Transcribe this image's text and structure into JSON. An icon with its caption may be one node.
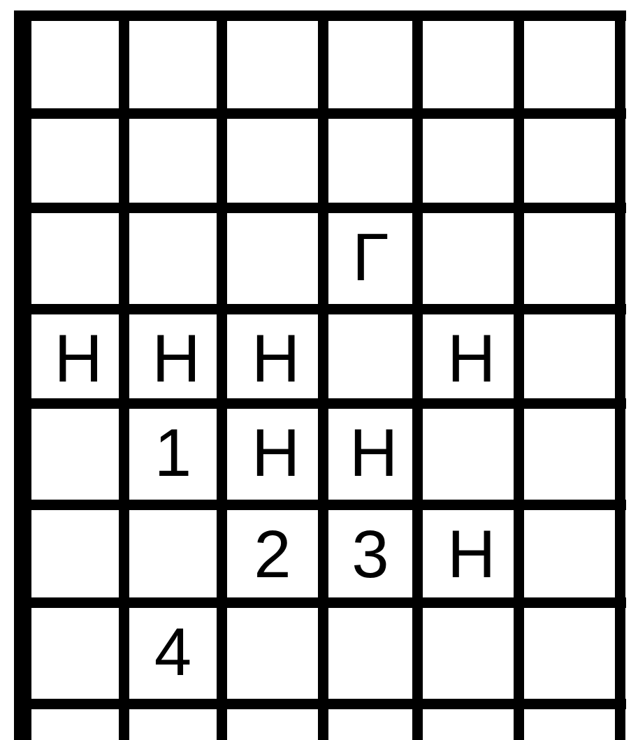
{
  "diagram": {
    "labels": [
      "Г",
      "Н",
      "Н",
      "Н",
      "Н",
      "1",
      "Н",
      "Н",
      "2",
      "3",
      "Н",
      "4"
    ]
  }
}
